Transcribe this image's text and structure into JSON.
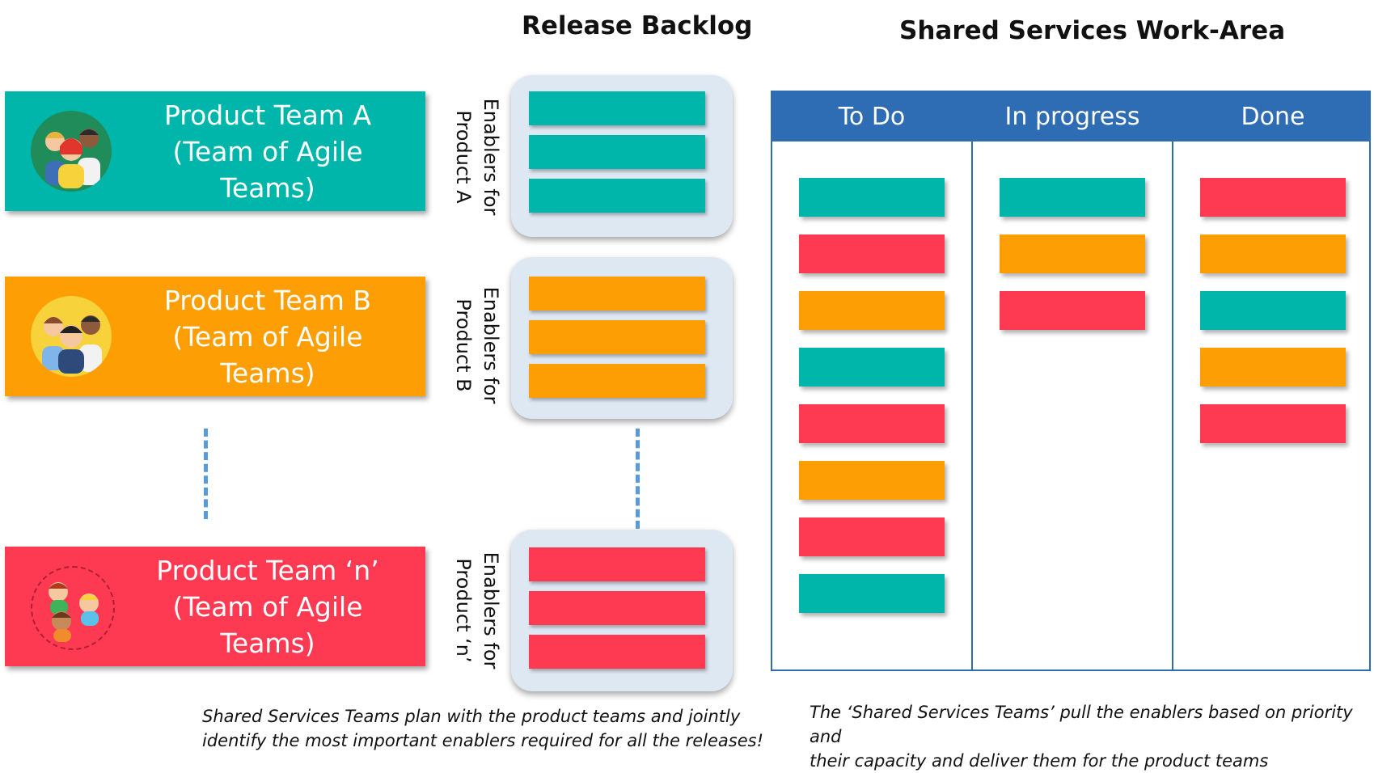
{
  "headings": {
    "release_backlog": "Release Backlog",
    "shared_services": "Shared Services Work-Area"
  },
  "teams": [
    {
      "line1": "Product Team A",
      "line2": "(Team of Agile Teams)",
      "color": "#00b6aa",
      "enablers_line1": "Enablers for",
      "enablers_line2": "Product A"
    },
    {
      "line1": "Product Team B",
      "line2": "(Team of Agile Teams)",
      "color": "#fd9e04",
      "enablers_line1": "Enablers for",
      "enablers_line2": "Product B"
    },
    {
      "line1": "Product Team ‘n’",
      "line2": "(Team of Agile Teams)",
      "color": "#fe3a52",
      "enablers_line1": "Enablers for",
      "enablers_line2": "Product ‘n’"
    }
  ],
  "board": {
    "columns": [
      "To Do",
      "In progress",
      "Done"
    ],
    "header_color": "#2e6db3",
    "cards": {
      "todo": [
        "#00b6aa",
        "#fe3a52",
        "#fd9e04",
        "#00b6aa",
        "#fe3a52",
        "#fd9e04",
        "#fe3a52",
        "#00b6aa"
      ],
      "in_progress": [
        "#00b6aa",
        "#fd9e04",
        "#fe3a52"
      ],
      "done": [
        "#fe3a52",
        "#fd9e04",
        "#00b6aa",
        "#fd9e04",
        "#fe3a52"
      ]
    }
  },
  "captions": {
    "left_line1": "Shared Services Teams plan with the product teams and jointly",
    "left_line2": "identify the most important enablers required for all the releases!",
    "right_line1": "The ‘Shared Services Teams’ pull the enablers based on priority and",
    "right_line2": "their capacity and deliver them for the product teams"
  }
}
